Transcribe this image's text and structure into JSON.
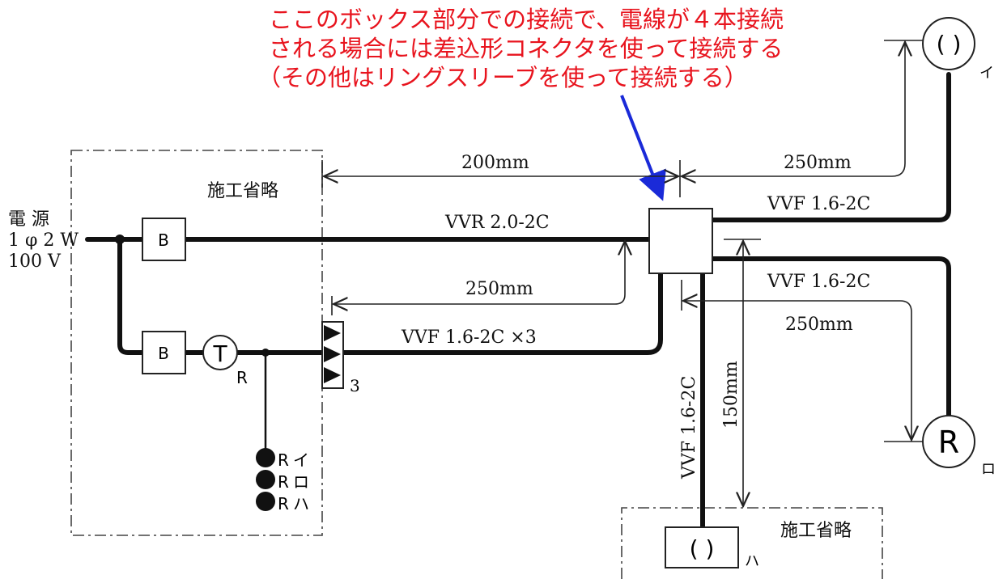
{
  "annotation": {
    "lines": [
      "ここのボックス部分での接続で、電線が４本接続",
      "される場合には差込形コネクタを使って接続する",
      "（その他はリングスリーブを使って接続する）"
    ],
    "color": "#e8141e",
    "arrow_color": "#1a2ad8"
  },
  "power_source": {
    "line1": "電 源",
    "line2": "1 φ 2 W",
    "line3": "100 V"
  },
  "omitted_label": "施工省略",
  "omitted_label_bottom": "施工省略",
  "breakers": {
    "top": "B",
    "bottom": "B"
  },
  "transformer": {
    "symbol": "T",
    "sub": "R"
  },
  "relays": [
    {
      "symbol": "R",
      "label": "イ"
    },
    {
      "symbol": "R",
      "label": "ロ"
    },
    {
      "symbol": "R",
      "label": "ハ"
    }
  ],
  "terminal_count": "3",
  "cables": {
    "main": "VVR 2.0-2C",
    "bundle": "VVF 1.6-2C ×3",
    "to_i": "VVF 1.6-2C",
    "to_ro": "VVF 1.6-2C",
    "to_ha": "VVF 1.6-2C"
  },
  "dimensions": {
    "d1": "200mm",
    "d2": "250mm",
    "d3": "250mm",
    "d4": "250mm",
    "d5": "150mm"
  },
  "lights": {
    "i": {
      "symbol": "( )",
      "label": "イ"
    },
    "ro": {
      "symbol": "R",
      "label": "ロ"
    },
    "ha": {
      "symbol": "( )",
      "label": "ハ"
    }
  }
}
